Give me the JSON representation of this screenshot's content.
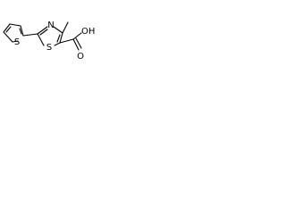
{
  "molecule": {
    "atoms": {
      "thiophene_sulfur": "S",
      "thiazole_sulfur": "S",
      "thiazole_nitrogen": "N",
      "carbonyl_oxygen": "O",
      "hydroxyl_group": "OH"
    },
    "bond_color": "#000000",
    "background": "#ffffff"
  }
}
